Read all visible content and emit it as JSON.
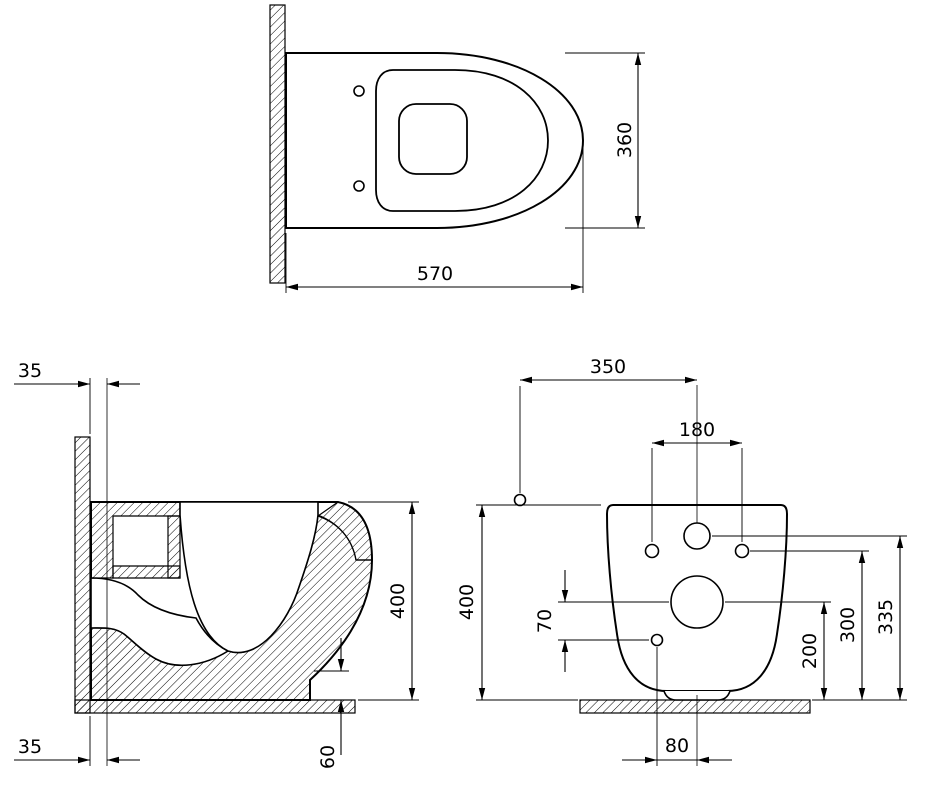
{
  "drawing": {
    "title": "toilet-dimension-drawing",
    "views": {
      "top": {
        "width_mm": "570",
        "depth_mm": "360"
      },
      "side": {
        "wall_offset_top_mm": "35",
        "wall_offset_bottom_mm": "35",
        "height_mm": "400",
        "outlet_bottom_height_mm": "60"
      },
      "rear": {
        "water_supply_offset_mm": "350",
        "fixing_holes_spacing_mm": "180",
        "height_mm": "400",
        "outlet_to_side_hole_mm": "70",
        "outlet_height_mm": "200",
        "fixing_holes_height_mm": "300",
        "water_inlet_height_mm": "335",
        "side_hole_offset_mm": "80"
      }
    },
    "colors": {
      "line": "#000000",
      "background": "#ffffff"
    }
  }
}
